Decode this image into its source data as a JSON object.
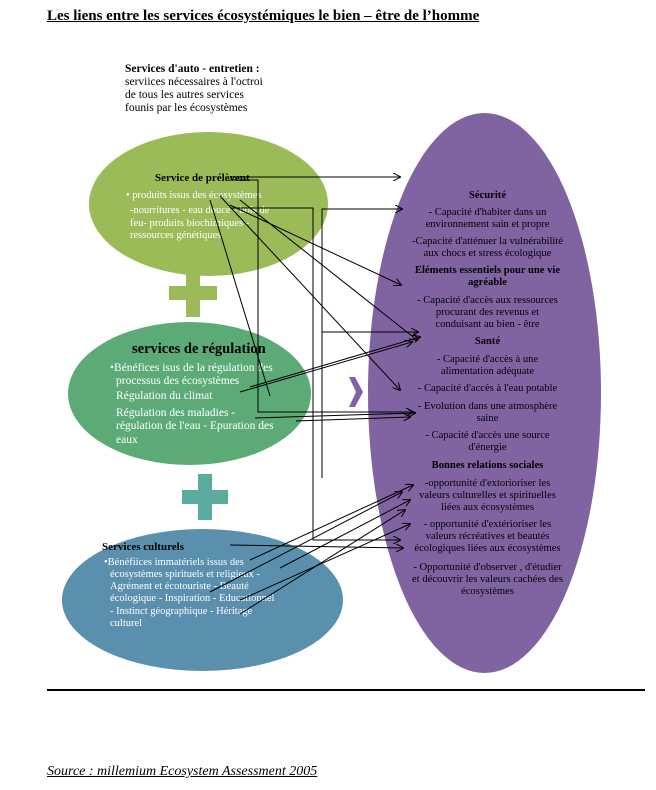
{
  "title": "Les liens entre les services écosystémiques le bien – être de l’homme",
  "auto_entretien": {
    "heading": "Services d'auto - entretien :",
    "lines": [
      "serviices nécessaires  à l'octroi",
      "de tous les autres services",
      "founis par les écosystèmes"
    ]
  },
  "prelevement": {
    "title": "Service de prélèvent",
    "lines": [
      "• produits issus des écosystèmes",
      "-nourritures - eau douce - bois de",
      "feu- produits biochimiques -",
      "ressources génétiques"
    ]
  },
  "regulation": {
    "title": "services de régulation",
    "lines": [
      "•Bénéfices isus de la régulation des",
      "processus  des écosystèmes",
      "Régulation du climat",
      "Régulation   des   maladies   -",
      "régulation de l'eau - Epuration des",
      "eaux"
    ]
  },
  "culturels": {
    "title": "Services culturels",
    "lines": [
      "•Bénéfiices immatériels issus des",
      "écosystèmes spirituels et religieux -",
      "Agrément et écotouriste - Beauté",
      "écologique - Inspiration - Educationnel",
      "- Instinct géographique - Héritage",
      "culturel"
    ]
  },
  "bien_etre": {
    "securite": {
      "title": "Sécurité",
      "items": [
        "- Capacité d'habiter dans un",
        "environnement sain et propre",
        "-Capacité d'atténuer la vulnérabilité",
        "aux chocs et stress écologique"
      ]
    },
    "elements": {
      "title_1": "Eléments essentiels pour une vie",
      "title_2": "agréable",
      "items": [
        "- Capacité d'accès aux ressources",
        "procurant des revenus et",
        "conduisant au bien - être"
      ]
    },
    "sante": {
      "title": "Santé",
      "items": [
        "- Capacité d'accès à une",
        "alimentation adéquate",
        "- Capacité d'accès à l'eau potable",
        "- Evolution dans une atmosphère",
        "saine",
        "- Capacité d'accès une source",
        "d'énergie"
      ]
    },
    "relations": {
      "title": "Bonnes relations sociales",
      "items": [
        "-opportunité d'extorioriser les",
        "valeurs culturelles et spirituelles",
        "liées aux écosystèmes",
        "- opportunité d'extérioriser les",
        "valeurs récréatives et beautés",
        "écologiques liées aux écosystèmes",
        "- Opportunité  d'observer , d'étudier",
        "et découvrir les valeurs cachées des",
        "écosystèmes"
      ]
    }
  },
  "source": "Source : millemium Ecosystem Assessment 2005",
  "colors": {
    "prelevement": "#9bbb59",
    "regulation": "#5cab77",
    "culturels": "#5a8fad",
    "bien_etre": "#8064a2",
    "plus_1": "#9bbb59",
    "plus_2": "#5cab9f",
    "chevron": "#8064a2"
  }
}
